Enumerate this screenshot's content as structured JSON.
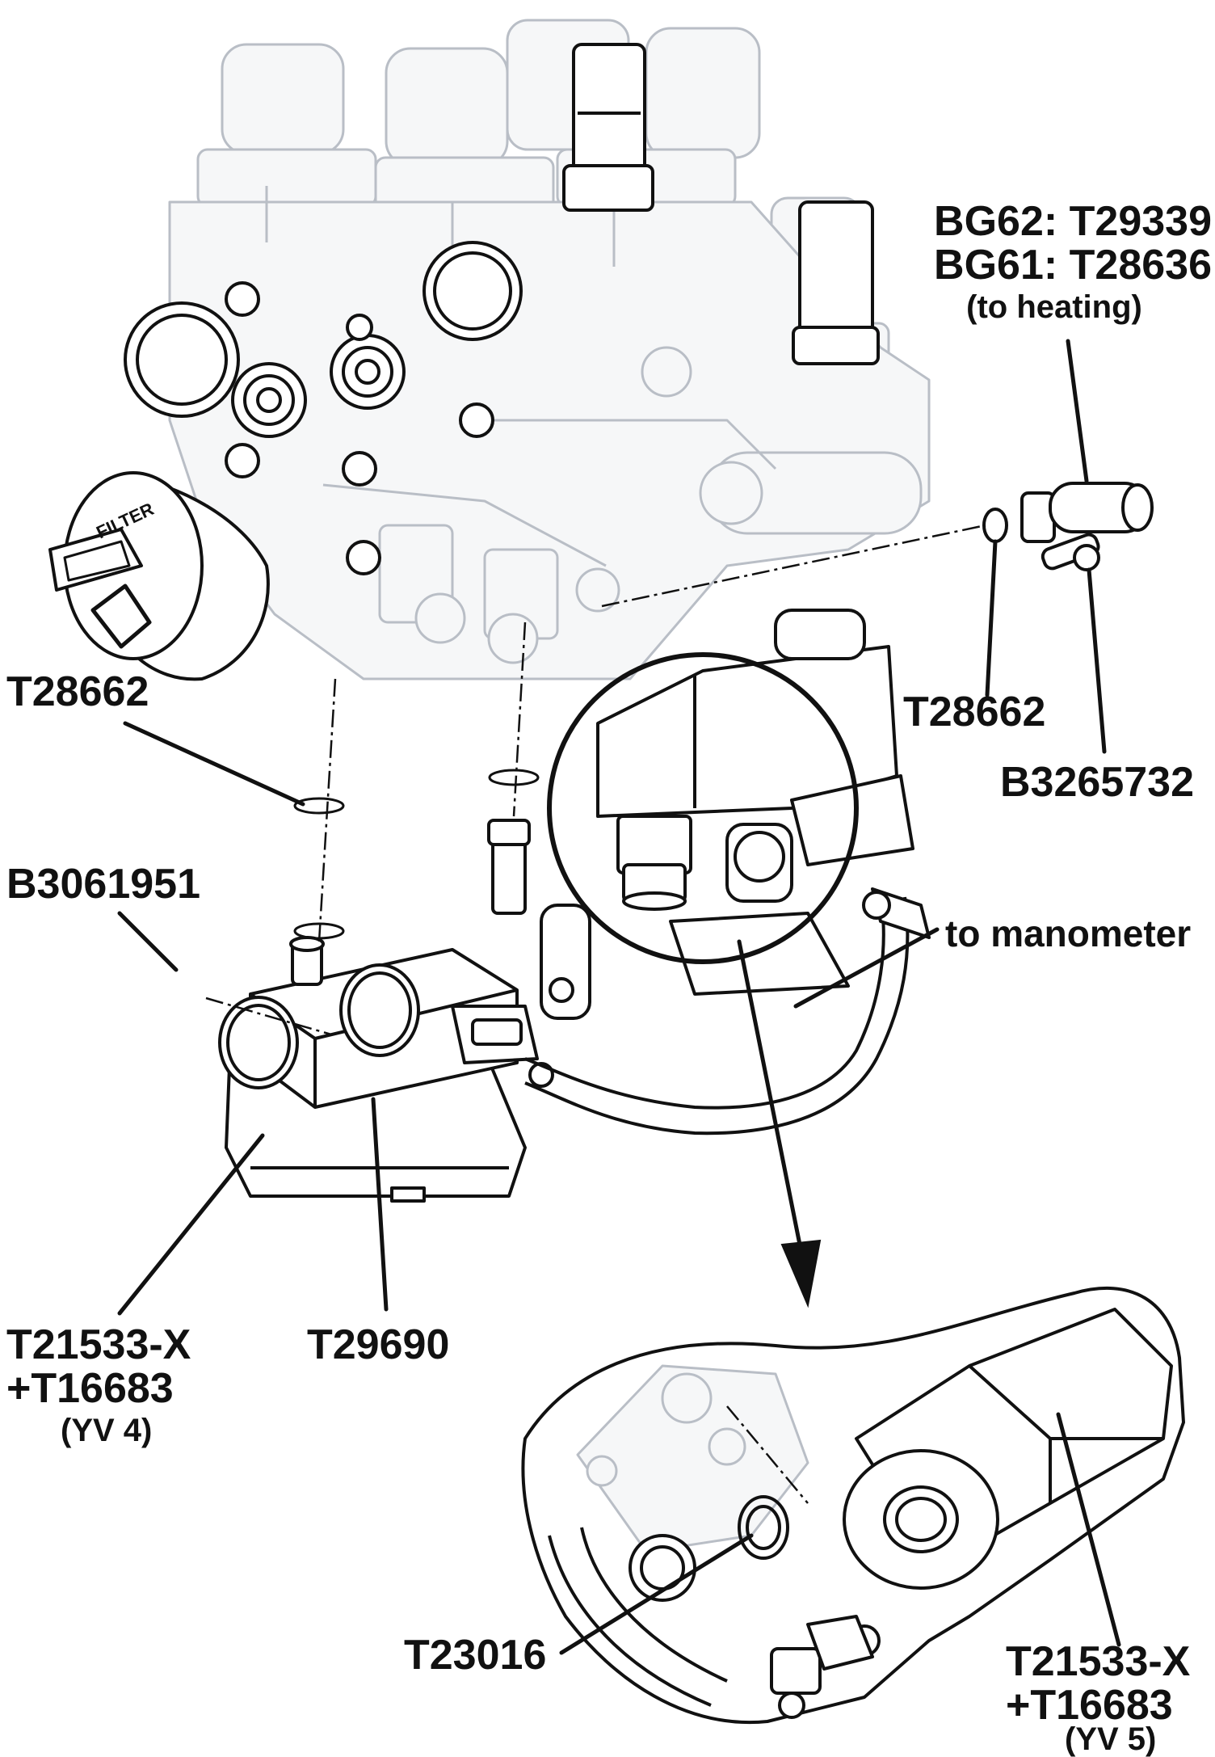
{
  "labels": {
    "bg62": "BG62: T29339",
    "bg61": "BG61: T28636",
    "to_heating": "(to heating)",
    "o_ring_left": "T28662",
    "o_ring_right": "T28662",
    "b3265732": "B3265732",
    "b3061951": "B3061951",
    "to_manometer": "to manometer",
    "yv4_part": "T21533-X",
    "yv4_coil": "+T16683",
    "yv4_tag": "(YV 4)",
    "t29690": "T29690",
    "t23016": "T23016",
    "yv5_part": "T21533-X",
    "yv5_coil": "+T16683",
    "yv5_tag": "(YV 5)"
  },
  "emblem_text": "FILTER",
  "colors": {
    "ink": "#111111",
    "ghost": "#b9bec6",
    "ghost_fill": "#f6f7f8",
    "part_fill": "#ffffff"
  }
}
